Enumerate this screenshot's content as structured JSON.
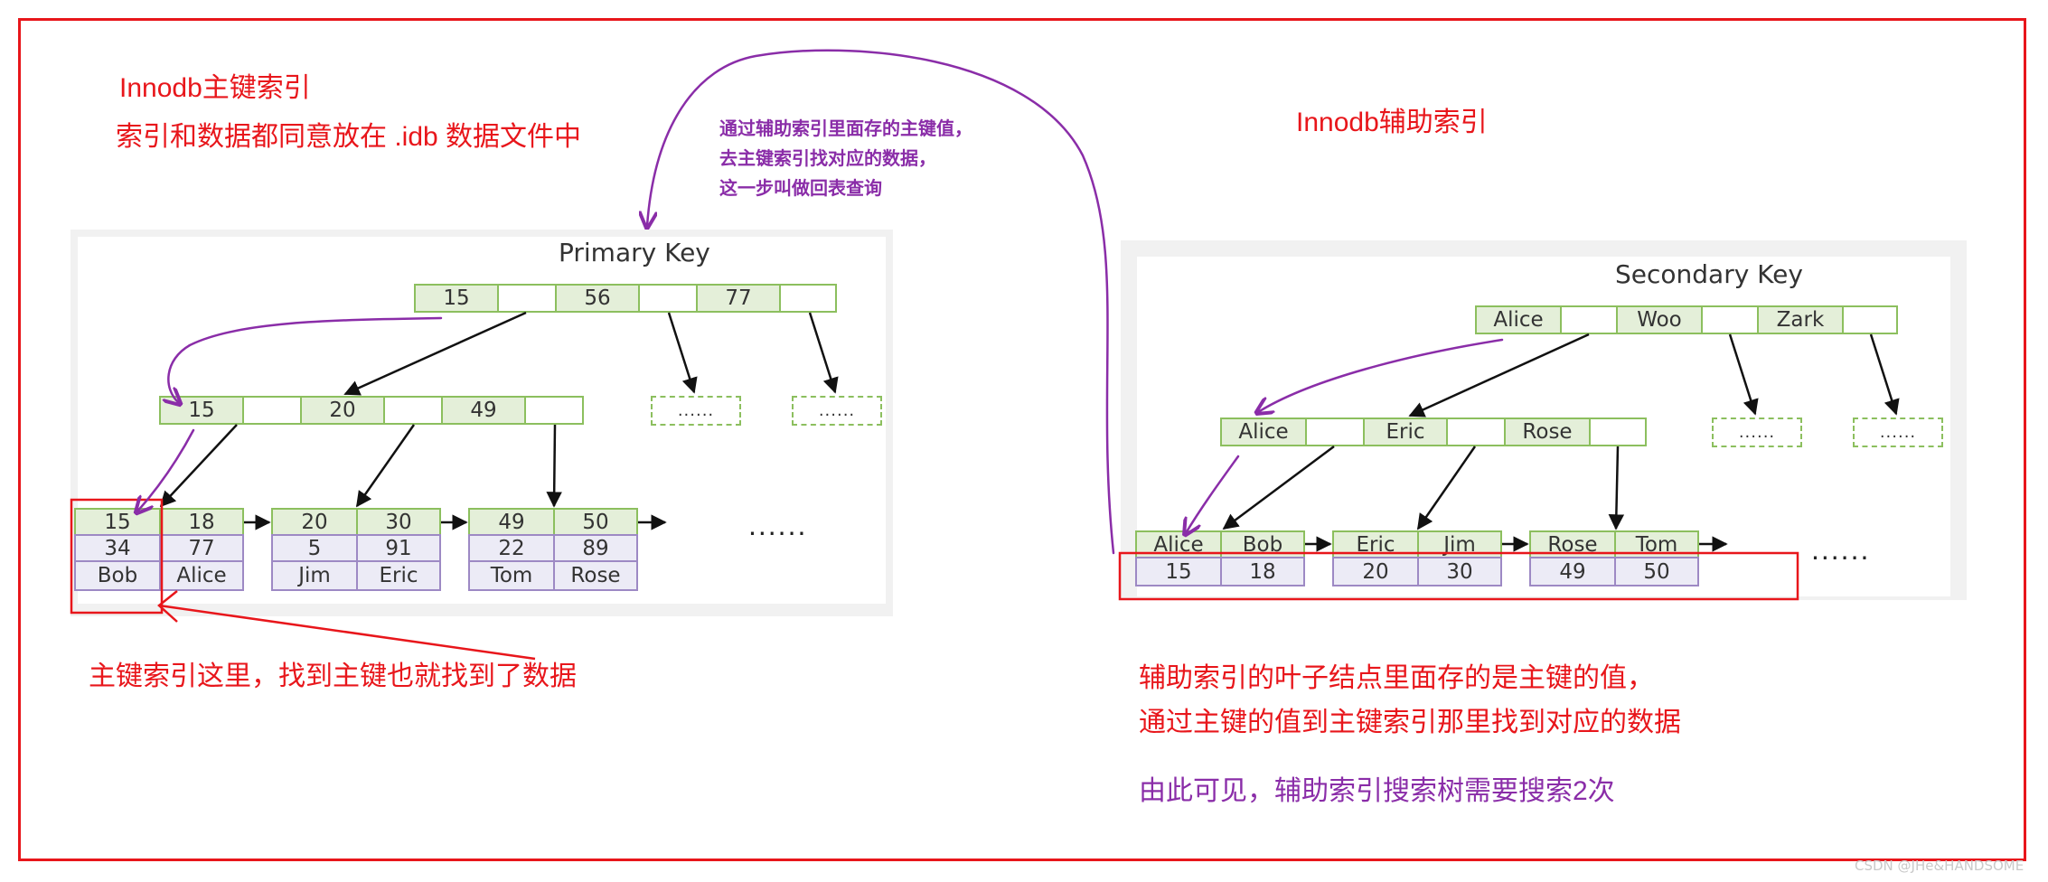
{
  "left": {
    "title_line1": "Innodb主键索引",
    "title_line2": "索引和数据都同意放在  .idb 数据文件中",
    "caption": "主键索引这里，找到主键也就找到了数据",
    "diagram": {
      "title": "Primary Key",
      "root": {
        "keys": [
          "15",
          "56",
          "77"
        ]
      },
      "internal": {
        "keys": [
          "15",
          "20",
          "49"
        ]
      },
      "placeholder": "......",
      "leaves": [
        {
          "keys": [
            "15",
            "18"
          ],
          "rows": [
            [
              "34",
              "77"
            ],
            [
              "Bob",
              "Alice"
            ]
          ]
        },
        {
          "keys": [
            "20",
            "30"
          ],
          "rows": [
            [
              "5",
              "91"
            ],
            [
              "Jim",
              "Eric"
            ]
          ]
        },
        {
          "keys": [
            "49",
            "50"
          ],
          "rows": [
            [
              "22",
              "89"
            ],
            [
              "Tom",
              "Rose"
            ]
          ]
        }
      ],
      "ellipsis": "......"
    }
  },
  "middle_note": {
    "line1": "通过辅助索引里面存的主键值，",
    "line2": "去主键索引找对应的数据，",
    "line3": "这一步叫做回表查询"
  },
  "right": {
    "title": "Innodb辅助索引",
    "caption_line1": "辅助索引的叶子结点里面存的是主键的值，",
    "caption_line2": "通过主键的值到主键索引那里找到对应的数据",
    "conclusion": "由此可见，辅助索引搜索树需要搜索2次",
    "diagram": {
      "title": "Secondary Key",
      "root": {
        "keys": [
          "Alice",
          "Woo",
          "Zark"
        ]
      },
      "internal": {
        "keys": [
          "Alice",
          "Eric",
          "Rose"
        ]
      },
      "placeholder": "......",
      "leaves": [
        {
          "keys": [
            "Alice",
            "Bob"
          ],
          "values": [
            "15",
            "18"
          ]
        },
        {
          "keys": [
            "Eric",
            "Jim"
          ],
          "values": [
            "20",
            "30"
          ]
        },
        {
          "keys": [
            "Rose",
            "Tom"
          ],
          "values": [
            "49",
            "50"
          ]
        }
      ],
      "ellipsis": "......"
    }
  },
  "watermark": "CSDN @JHe&HANDSOME",
  "colors": {
    "annotation_red": "#e8161b",
    "annotation_purple": "#8a2da8",
    "key_fill": "#e4efd9",
    "key_border": "#8cbf5e",
    "row_fill": "#ecebf6",
    "row_border": "#9d89c4"
  }
}
